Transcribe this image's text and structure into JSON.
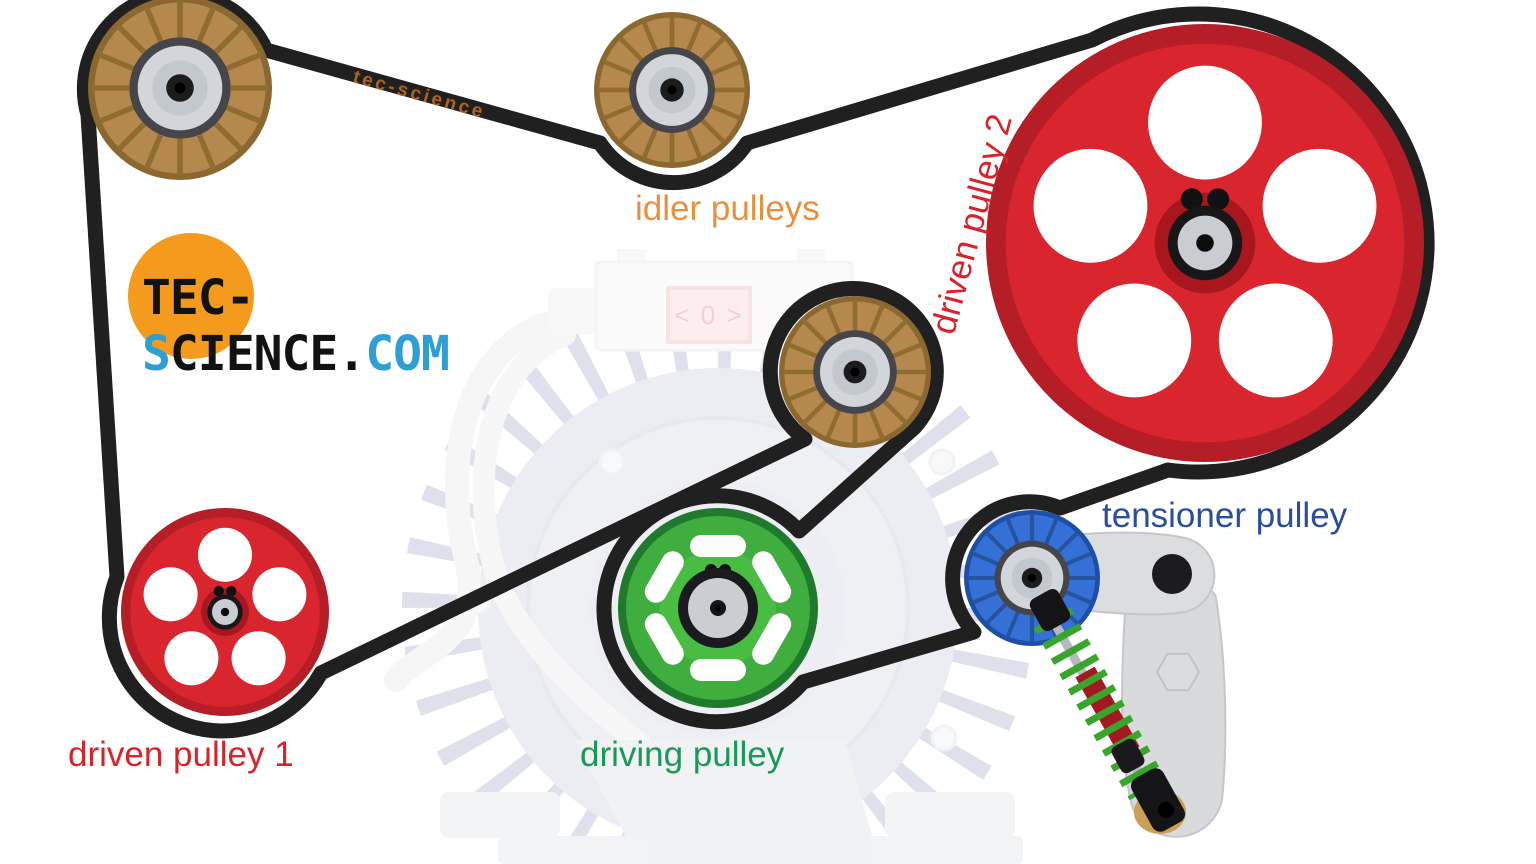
{
  "branding": {
    "logo": {
      "seg1": "TEC-",
      "seg2": "S",
      "seg3": "CIENCE.",
      "seg4": "COM"
    },
    "belt_watermark": "tec-science"
  },
  "labels": {
    "idler_pulleys": "idler pulleys",
    "driven_pulley_2": "driven pulley 2",
    "tensioner_pulley": "tensioner pulley",
    "driven_pulley_1": "driven pulley 1",
    "driving_pulley": "driving pulley"
  },
  "motor": {
    "terminal_display": "< 0 >"
  },
  "colors": {
    "idler_label": "#e8913c",
    "driven_label": "#d9232a",
    "tensioner_label": "#2b4d9e",
    "driving_label": "#169a56",
    "belt": "#202020",
    "idler_pulley": "#b5894d",
    "driven_pulley": "#d8252e",
    "driving_pulley": "#3fae3f",
    "tensioner_pulley": "#3570d6",
    "spring": "#3aa52d",
    "damper": "#a31a1e",
    "logo_orange": "#f49a1d",
    "logo_blue": "#2e9fd4"
  }
}
